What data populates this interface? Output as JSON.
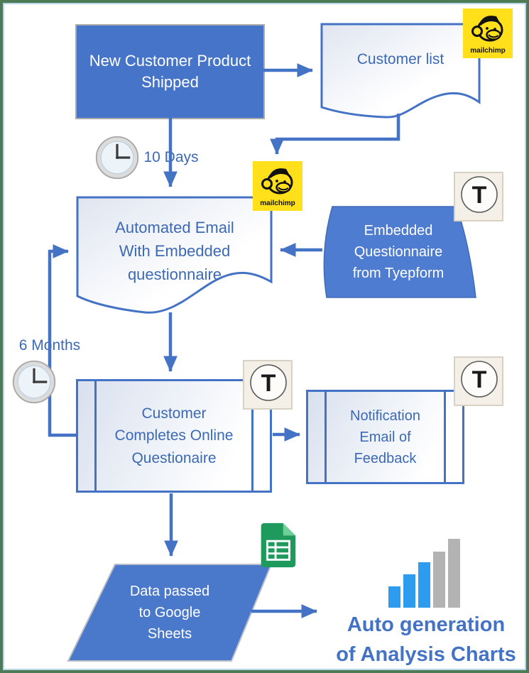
{
  "frame": {
    "border_color": "#4e7b54",
    "edge_line_color": "#b9d7ea",
    "background": "#ffffff"
  },
  "palette": {
    "frame": "#4e7b54",
    "edge": "#b9d7ea",
    "arrow": "#4472C4",
    "node_blue": "#4574C9",
    "stored_blue": "#4e7cd0",
    "parallelogram_blue": "#4a79cc",
    "doc_border": "#4472C4",
    "text_blue": "#3c69b5",
    "text_blue2": "#4472C4",
    "mailchimp_yellow": "#FFE01B",
    "sheets_green": "#1e9b5c",
    "bar_blue": "#2d9cee",
    "bar_gray": "#b3b3b3"
  },
  "nodes": {
    "new_customer": {
      "type": "process",
      "label": "New Customer Product Shipped"
    },
    "customer_list": {
      "type": "document",
      "label": "Customer list"
    },
    "automated_email": {
      "type": "document",
      "label": "Automated Email With Embedded questionnaire"
    },
    "typeform_source": {
      "type": "stored-data",
      "label": "Embedded Questionnaire from Tyepform"
    },
    "customer_completes": {
      "type": "predefined-process",
      "label": "Customer Completes Online Questionaire"
    },
    "notification_email": {
      "type": "predefined-process",
      "label": "Notification Email of Feedback"
    },
    "data_to_sheets": {
      "type": "data-parallelogram",
      "label": "Data passed to Google Sheets"
    },
    "auto_charts_caption": {
      "type": "caption",
      "line1": "Auto generation",
      "line2": "of Analysis Charts"
    }
  },
  "delay_labels": {
    "ten_days": "10 Days",
    "six_months": "6 Months"
  },
  "icons": {
    "mailchimp": {
      "wordmark": "mailchimp",
      "background": "#FFE01B"
    },
    "typeform": {
      "letter": "T",
      "background": "#f4f0e7"
    },
    "google_sheets": {
      "color": "#1e9b5c"
    },
    "clock": {
      "time_shown": "3:00"
    }
  },
  "chart_icon": {
    "type": "bar",
    "bars": [
      {
        "height": 30,
        "color": "#2d9cee"
      },
      {
        "height": 47,
        "color": "#2d9cee"
      },
      {
        "height": 64,
        "color": "#2d9cee"
      },
      {
        "height": 79,
        "color": "#b3b3b3"
      },
      {
        "height": 97,
        "color": "#b3b3b3"
      }
    ]
  }
}
